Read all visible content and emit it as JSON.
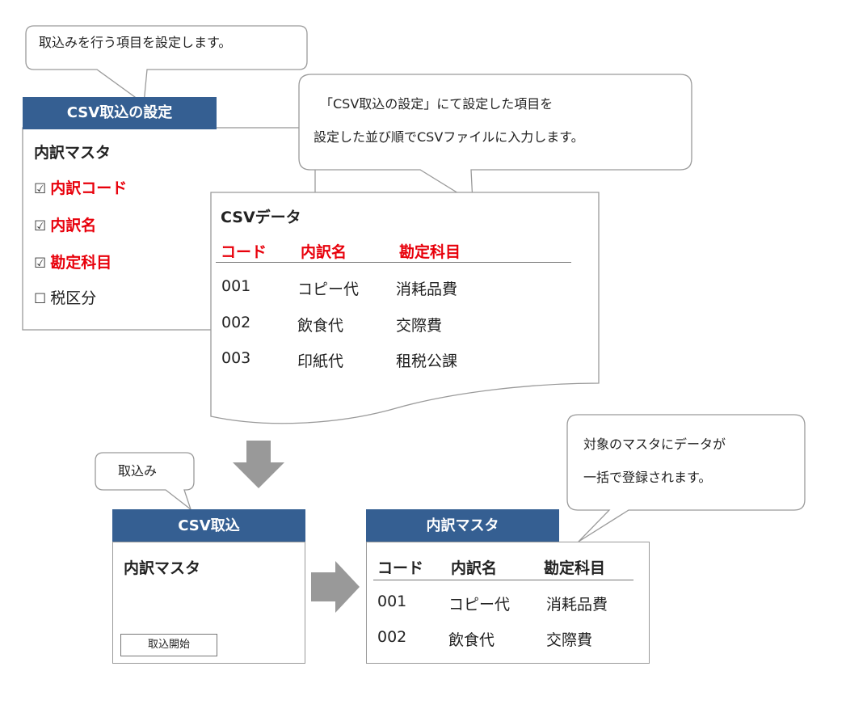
{
  "callouts": {
    "import_items": "取込みを行う項目を設定します。",
    "csv_line1": "「CSV取込の設定」にて設定した項目を",
    "csv_line2": "設定した並び順でCSVファイルに入力します。",
    "import_action": "取込み",
    "registered_line1": "対象のマスタにデータが",
    "registered_line2": "一括で登録されます。"
  },
  "settings_panel": {
    "title": "CSV取込の設定",
    "master_name": "内訳マスタ",
    "items": [
      {
        "label": "内訳コード",
        "checked": true,
        "checkbox": "☑"
      },
      {
        "label": "内訳名",
        "checked": true,
        "checkbox": "☑"
      },
      {
        "label": "勘定科目",
        "checked": true,
        "checkbox": "☑"
      },
      {
        "label": "税区分",
        "checked": false,
        "checkbox": "☐"
      }
    ]
  },
  "csv_document": {
    "title": "CSVデータ",
    "headers": [
      "コード",
      "内訳名",
      "勘定科目"
    ],
    "rows": [
      [
        "001",
        "コピー代",
        "消耗品費"
      ],
      [
        "002",
        "飲食代",
        "交際費"
      ],
      [
        "003",
        "印紙代",
        "租税公課"
      ]
    ]
  },
  "import_panel": {
    "title": "CSV取込",
    "master_name": "内訳マスタ",
    "start_button": "取込開始"
  },
  "master_panel": {
    "title": "内訳マスタ",
    "headers": [
      "コード",
      "内訳名",
      "勘定科目"
    ],
    "rows": [
      [
        "001",
        "コピー代",
        "消耗品費"
      ],
      [
        "002",
        "飲食代",
        "交際費"
      ]
    ]
  },
  "colors": {
    "header_bg": "#355f92",
    "highlight": "#e8000b",
    "arrow": "#999999"
  },
  "icons": {
    "down_arrow": "down-arrow-icon",
    "right_arrow": "right-arrow-icon"
  }
}
